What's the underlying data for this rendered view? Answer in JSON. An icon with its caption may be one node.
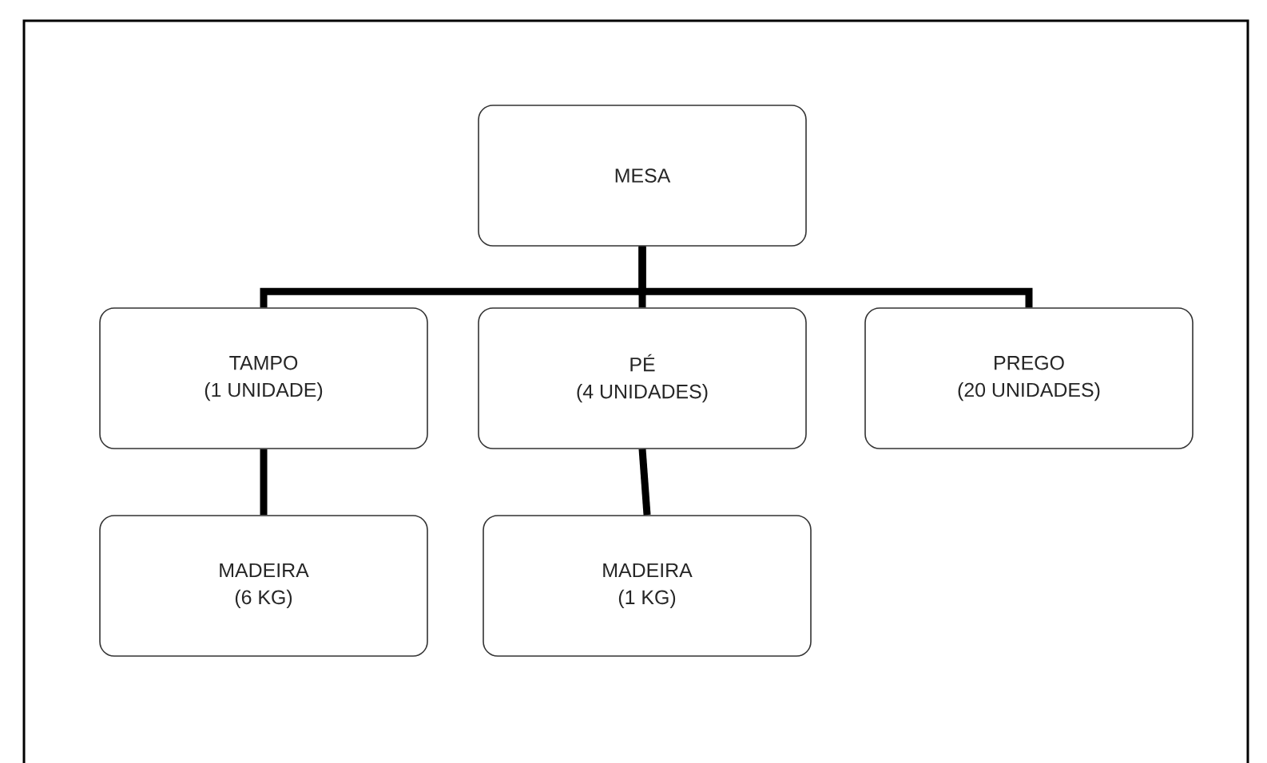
{
  "diagram": {
    "nodes": [
      {
        "text": [
          "MESA"
        ]
      },
      {
        "text": [
          "TAMPO",
          "(1 UNIDADE)"
        ]
      },
      {
        "text": [
          "PÉ",
          "(4 UNIDADES)"
        ]
      },
      {
        "text": [
          "PREGO",
          "(20 UNIDADES)"
        ]
      },
      {
        "text": [
          "MADEIRA",
          "(6 KG)"
        ]
      },
      {
        "text": [
          "MADEIRA",
          "(1 KG)"
        ]
      }
    ],
    "edges": [
      {
        "from": 0,
        "to": 1,
        "arrow": "none"
      },
      {
        "from": 0,
        "to": 2,
        "arrow": "none"
      },
      {
        "from": 0,
        "to": 3,
        "arrow": "none"
      },
      {
        "from": 1,
        "to": 4,
        "arrow": "none"
      },
      {
        "from": 2,
        "to": 5,
        "arrow": "none"
      }
    ]
  }
}
